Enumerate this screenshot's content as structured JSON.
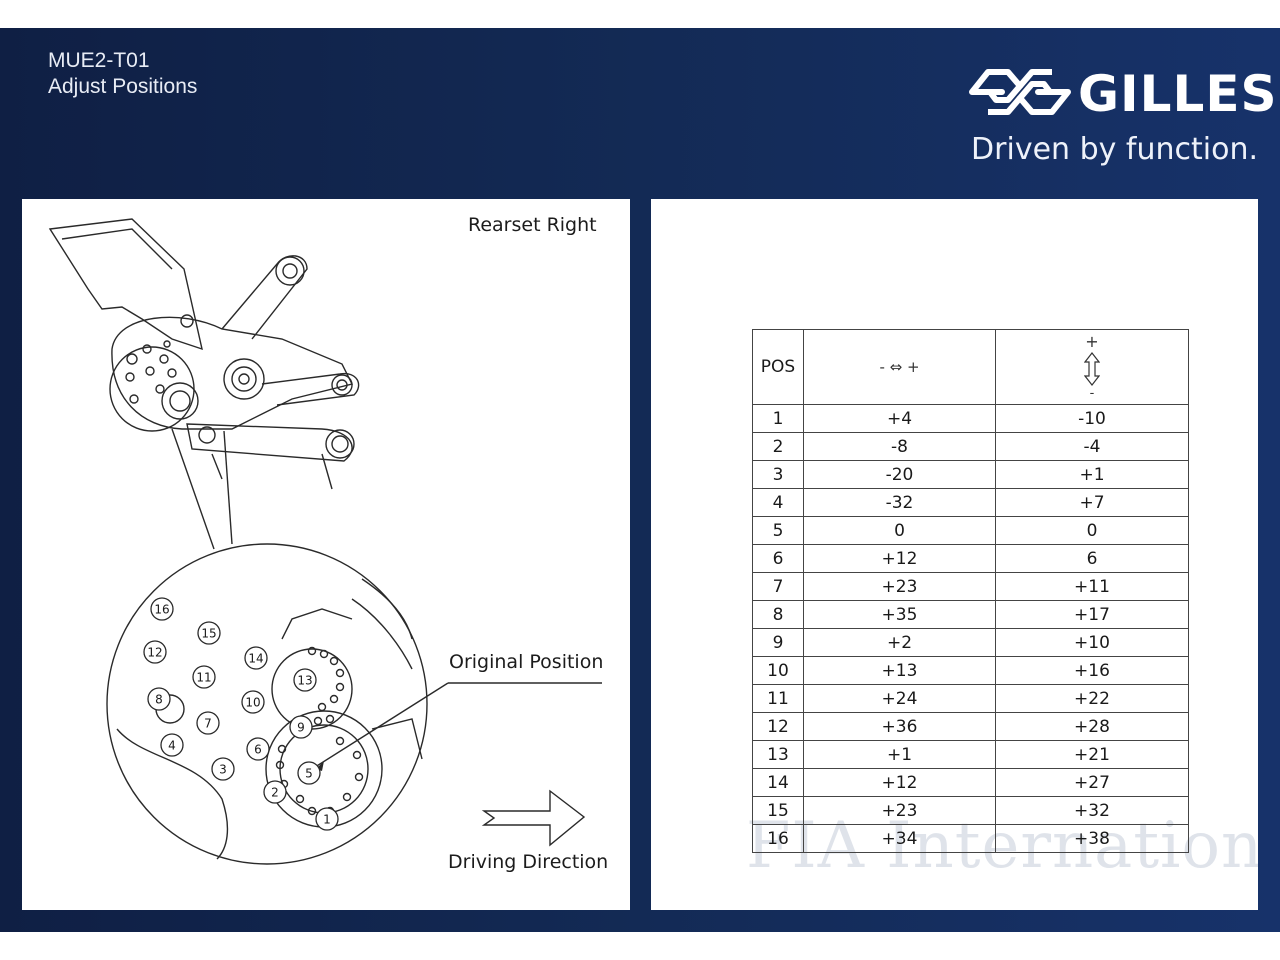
{
  "header": {
    "doc_code": "MUE2-T01",
    "doc_title": "Adjust Positions",
    "brand_name": "GILLES",
    "tagline": "Driven by function."
  },
  "diagram": {
    "title": "Rearset Right",
    "original_position_label": "Original Position",
    "driving_direction_label": "Driving Direction",
    "position_numbers": [
      "1",
      "2",
      "3",
      "4",
      "5",
      "6",
      "7",
      "8",
      "9",
      "10",
      "11",
      "12",
      "13",
      "14",
      "15",
      "16"
    ]
  },
  "table": {
    "header_pos": "POS",
    "header_horizontal": "- ⇔ +",
    "header_vertical_plus": "+",
    "header_vertical_minus": "-",
    "rows": [
      {
        "pos": "1",
        "h": "+4",
        "v": "-10"
      },
      {
        "pos": "2",
        "h": "-8",
        "v": "-4"
      },
      {
        "pos": "3",
        "h": "-20",
        "v": "+1"
      },
      {
        "pos": "4",
        "h": "-32",
        "v": "+7"
      },
      {
        "pos": "5",
        "h": "0",
        "v": "0"
      },
      {
        "pos": "6",
        "h": "+12",
        "v": "6"
      },
      {
        "pos": "7",
        "h": "+23",
        "v": "+11"
      },
      {
        "pos": "8",
        "h": "+35",
        "v": "+17"
      },
      {
        "pos": "9",
        "h": "+2",
        "v": "+10"
      },
      {
        "pos": "10",
        "h": "+13",
        "v": "+16"
      },
      {
        "pos": "11",
        "h": "+24",
        "v": "+22"
      },
      {
        "pos": "12",
        "h": "+36",
        "v": "+28"
      },
      {
        "pos": "13",
        "h": "+1",
        "v": "+21"
      },
      {
        "pos": "14",
        "h": "+12",
        "v": "+27"
      },
      {
        "pos": "15",
        "h": "+23",
        "v": "+32"
      },
      {
        "pos": "16",
        "h": "+34",
        "v": "+38"
      }
    ]
  },
  "watermark": "FIA International",
  "colors": {
    "background_dark": "#0f1f44",
    "background_light": "#17326a",
    "panel": "#ffffff",
    "line": "#444444"
  }
}
